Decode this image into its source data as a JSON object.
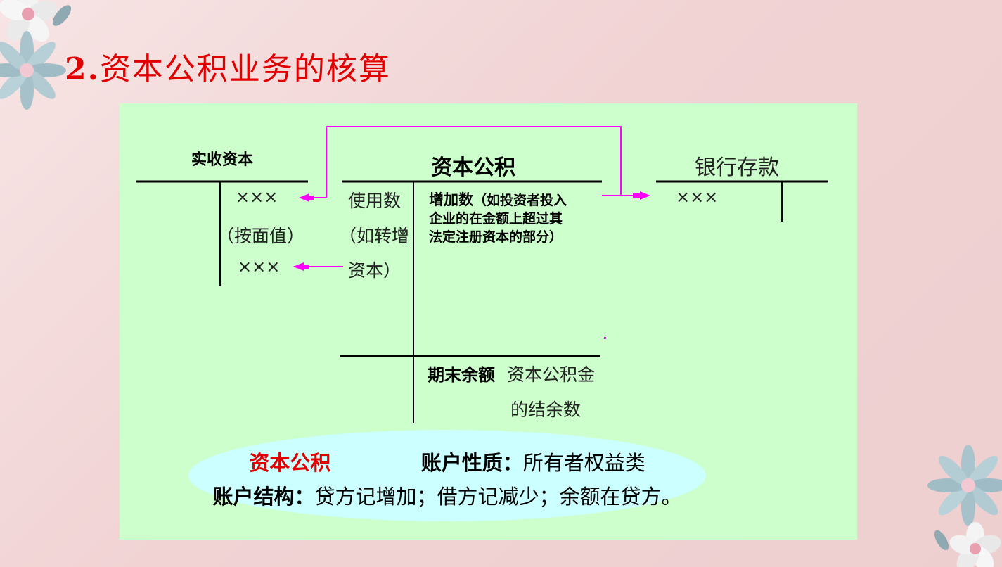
{
  "title": {
    "number": "2.",
    "text": "资本公积业务的核算"
  },
  "accounts": {
    "paid_in": {
      "name": "实收资本",
      "credit_1": "×××",
      "note": "（按面值）",
      "credit_2": "×××"
    },
    "capital_reserve": {
      "name": "资本公积",
      "debit_label": "使用数",
      "debit_note_1": "（如转增",
      "debit_note_2": "资本）",
      "credit_label": "增加数",
      "credit_note_1": "（如投资者投入",
      "credit_note_2": "企业的在金额上超过其",
      "credit_note_3": "法定注册资本的部分）",
      "balance_label": "期末余额",
      "balance_note_1": "资本公积金",
      "balance_note_2": "的结余数"
    },
    "bank": {
      "name": "银行存款",
      "debit_1": "×××"
    }
  },
  "summary": {
    "name": "资本公积",
    "nature_label": "账户性质：",
    "nature_value": "所有者权益类",
    "structure_label": "账户结构：",
    "structure_value": "贷方记增加；借方记减少；余额在贷方。"
  },
  "colors": {
    "title": "#e00000",
    "panel": "#ccffcc",
    "oval": "#ccffff",
    "arrow": "#ff00ff"
  },
  "icons": [
    "flower-top-left-icon",
    "flower-bottom-right-icon"
  ]
}
